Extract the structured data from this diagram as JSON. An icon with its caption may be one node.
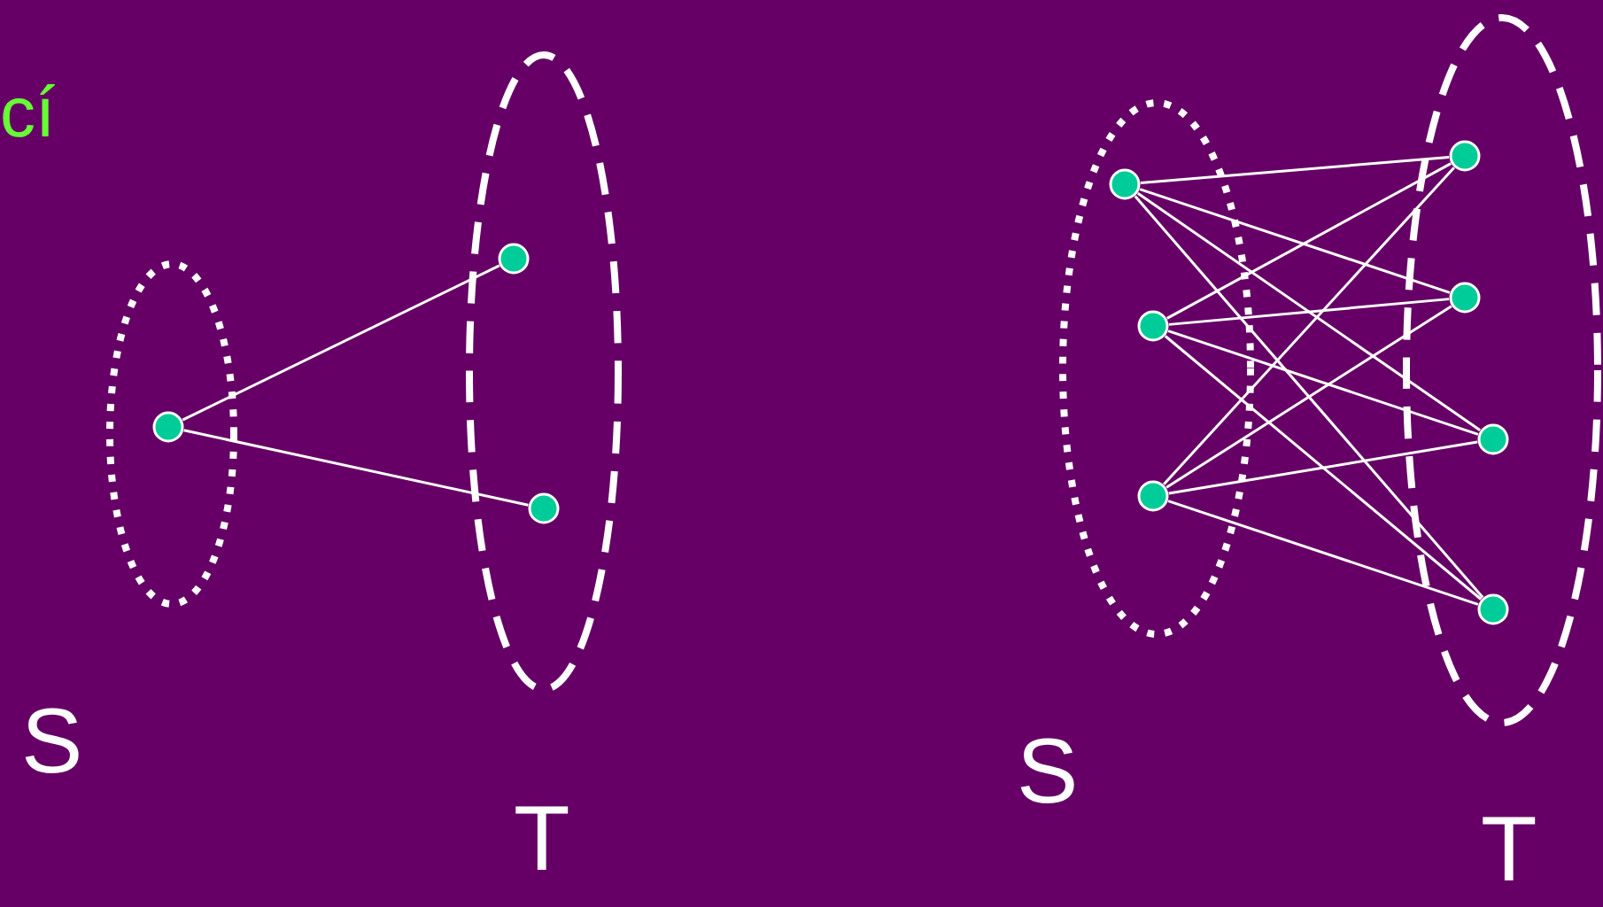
{
  "diagram": {
    "nodes": [
      {
        "text": [
          "S"
        ]
      },
      {
        "text": [],
        "shape": "circle",
        "in": 0
      },
      {
        "text": [
          "T"
        ]
      },
      {
        "text": [],
        "shape": "circle",
        "in": 2
      },
      {
        "text": [],
        "shape": "circle",
        "in": 2
      },
      {
        "text": [
          "S"
        ]
      },
      {
        "text": [],
        "shape": "circle",
        "in": 5
      },
      {
        "text": [],
        "shape": "circle",
        "in": 5
      },
      {
        "text": [],
        "shape": "circle",
        "in": 5
      },
      {
        "text": [
          "T"
        ]
      },
      {
        "text": [],
        "shape": "circle",
        "in": 9
      },
      {
        "text": [],
        "shape": "circle",
        "in": 9
      },
      {
        "text": [],
        "shape": "circle",
        "in": 9
      },
      {
        "text": [],
        "shape": "circle",
        "in": 9
      }
    ],
    "edges": [
      {
        "from": 1,
        "to": 3,
        "arrow": "none"
      },
      {
        "from": 1,
        "to": 4,
        "arrow": "none"
      },
      {
        "from": 6,
        "to": 10,
        "arrow": "none"
      },
      {
        "from": 6,
        "to": 11,
        "arrow": "none"
      },
      {
        "from": 6,
        "to": 12,
        "arrow": "none"
      },
      {
        "from": 6,
        "to": 13,
        "arrow": "none"
      },
      {
        "from": 7,
        "to": 10,
        "arrow": "none"
      },
      {
        "from": 7,
        "to": 11,
        "arrow": "none"
      },
      {
        "from": 7,
        "to": 12,
        "arrow": "none"
      },
      {
        "from": 7,
        "to": 13,
        "arrow": "none"
      },
      {
        "from": 8,
        "to": 10,
        "arrow": "none"
      },
      {
        "from": 8,
        "to": 11,
        "arrow": "none"
      },
      {
        "from": 8,
        "to": 12,
        "arrow": "none"
      },
      {
        "from": 8,
        "to": 13,
        "arrow": "none"
      }
    ],
    "labels": [
      "cí"
    ]
  }
}
